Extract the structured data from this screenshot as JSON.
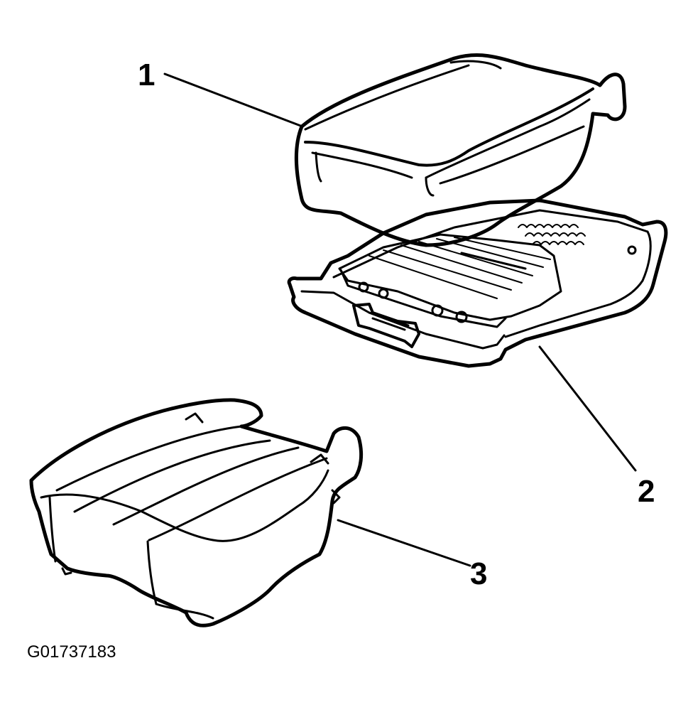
{
  "callouts": {
    "part1": "1",
    "part2": "2",
    "part3": "3"
  },
  "figure_id": "G01737183",
  "colors": {
    "ink": "#000000",
    "background": "#ffffff"
  }
}
